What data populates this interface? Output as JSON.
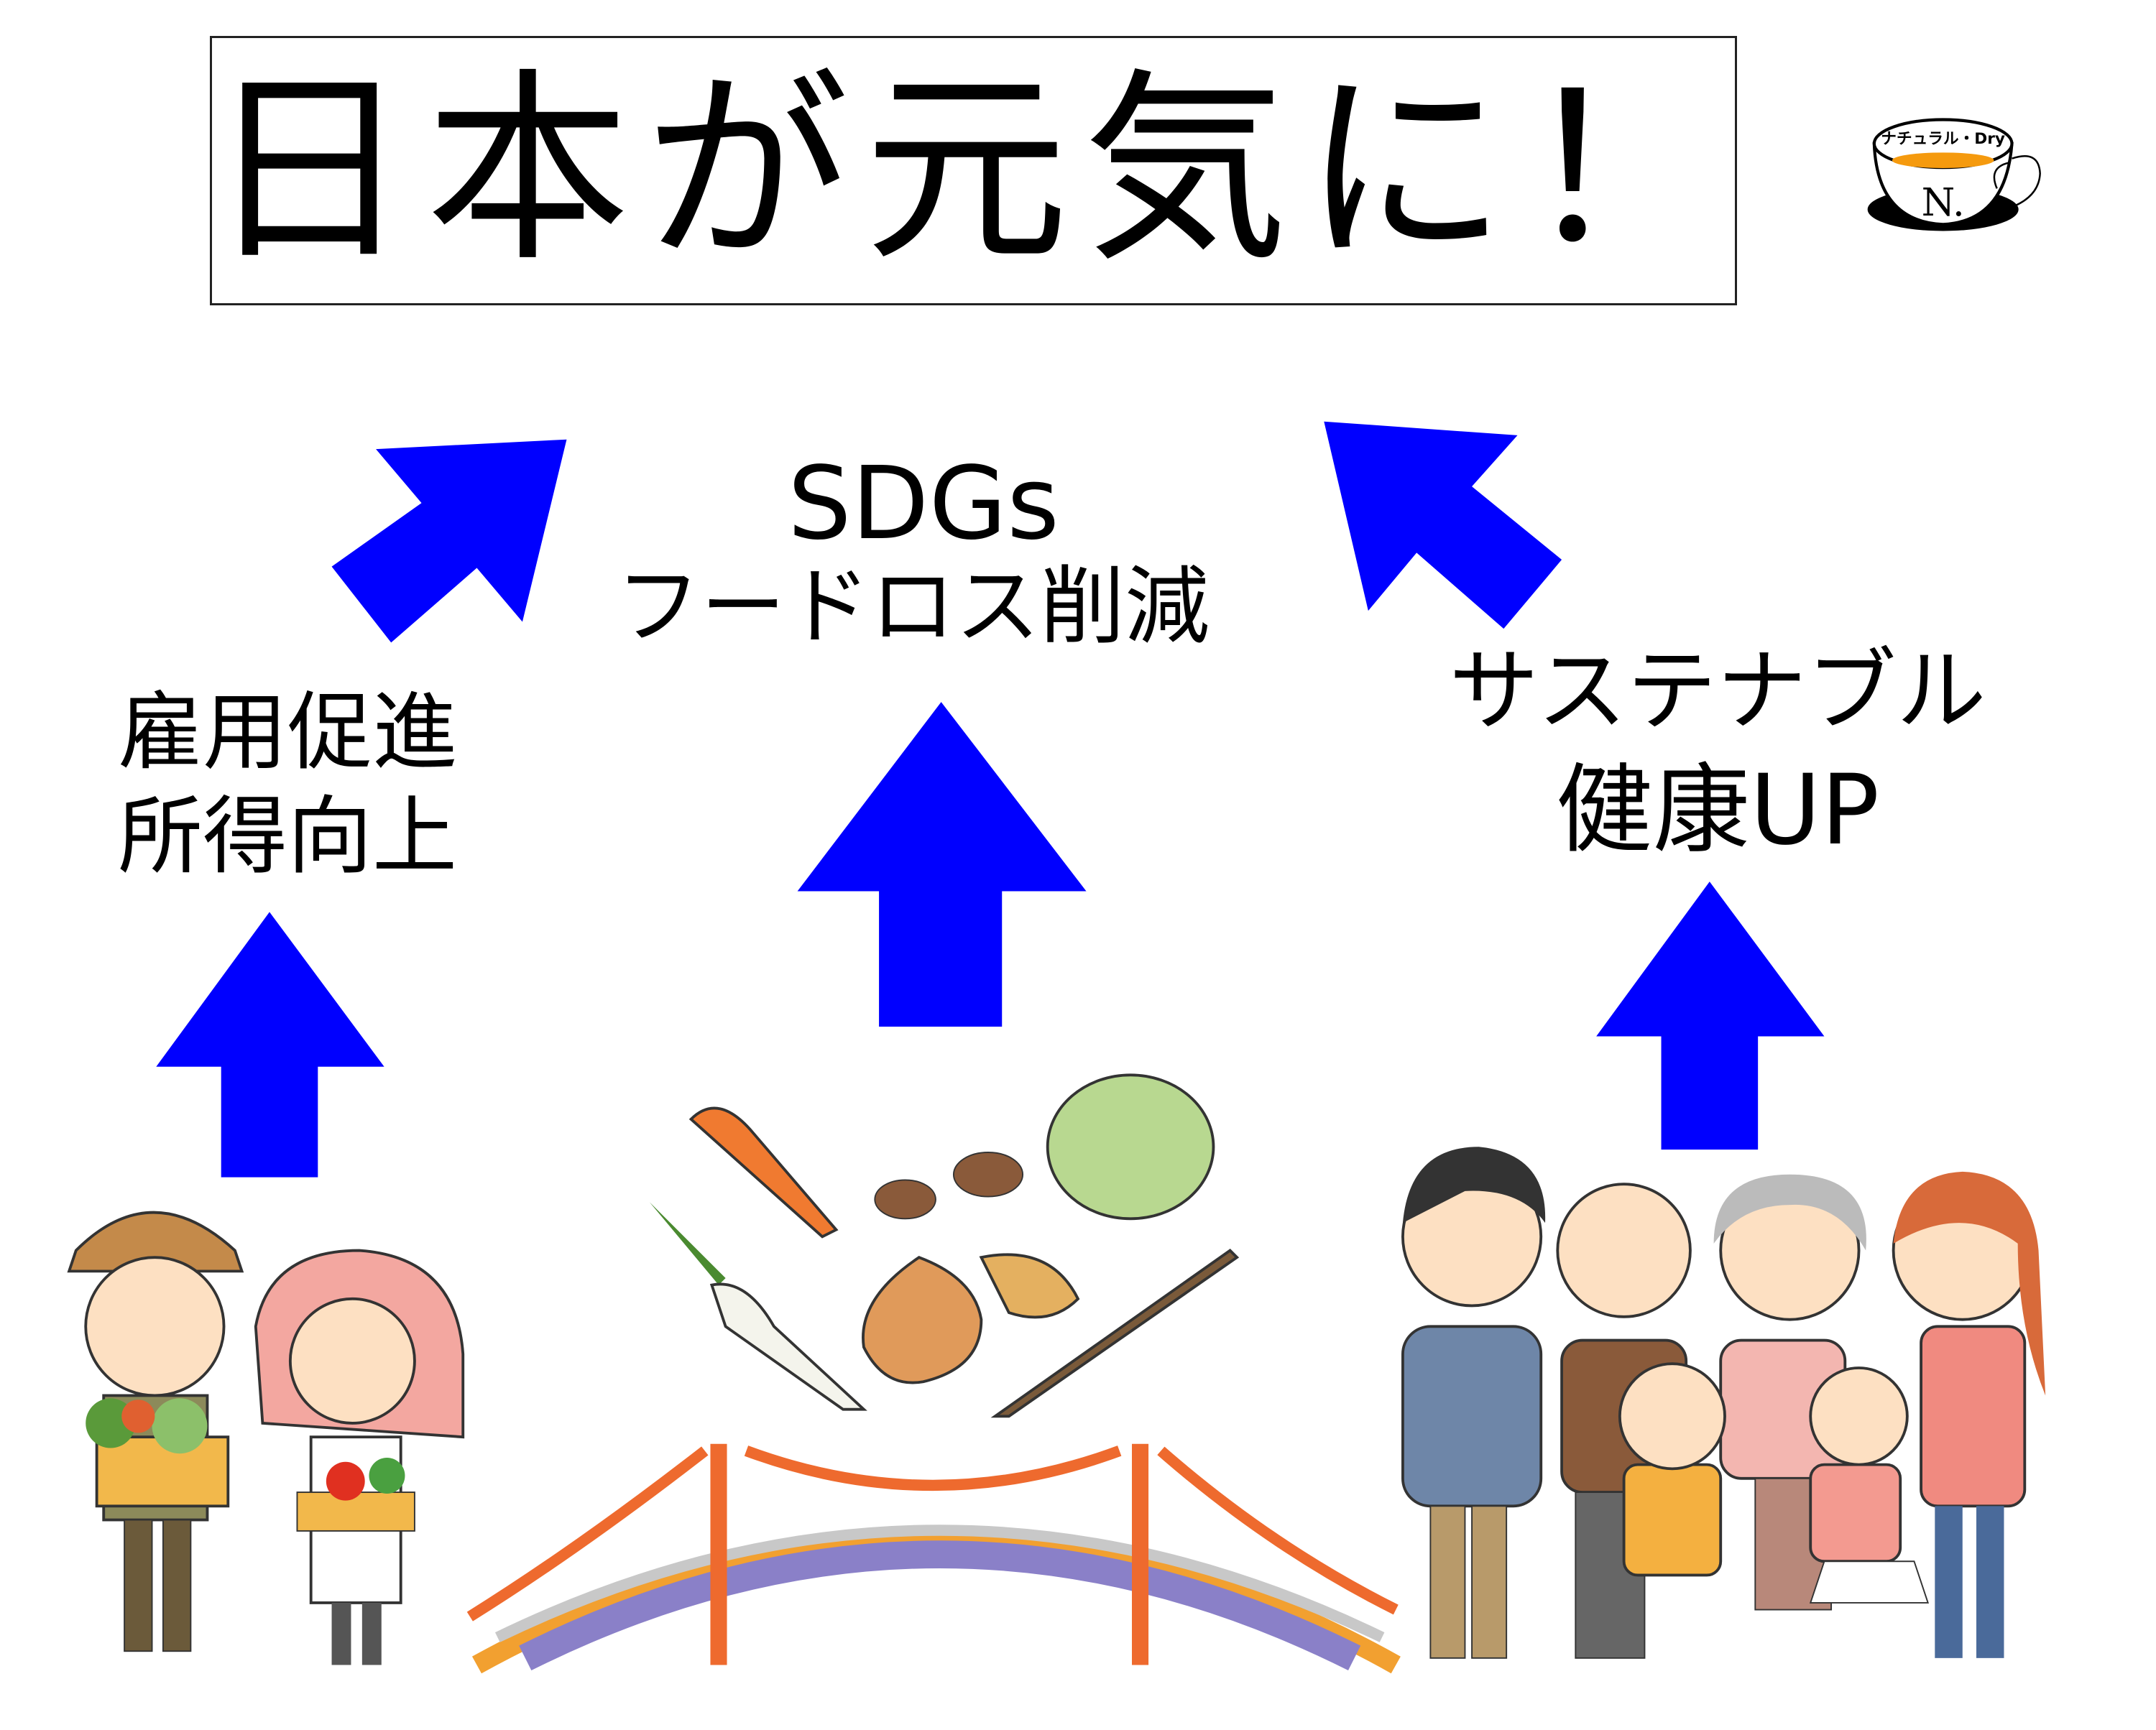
{
  "title": "日本が元気に！",
  "logo": {
    "text": "ナチュラル・Dry",
    "letter": "N.",
    "accent": "#f59a0e"
  },
  "labels": {
    "center_line1": "SDGs",
    "center_line2": "フードロス削減",
    "left_line1": "雇用促進",
    "left_line2": "所得向上",
    "right_line1": "サステナブル",
    "right_line2": "健康UP"
  },
  "colors": {
    "arrow": "#0000ff",
    "bridge": "#ee6a2e"
  },
  "illustrations": [
    "farmers",
    "vegetables",
    "bridge",
    "family"
  ]
}
